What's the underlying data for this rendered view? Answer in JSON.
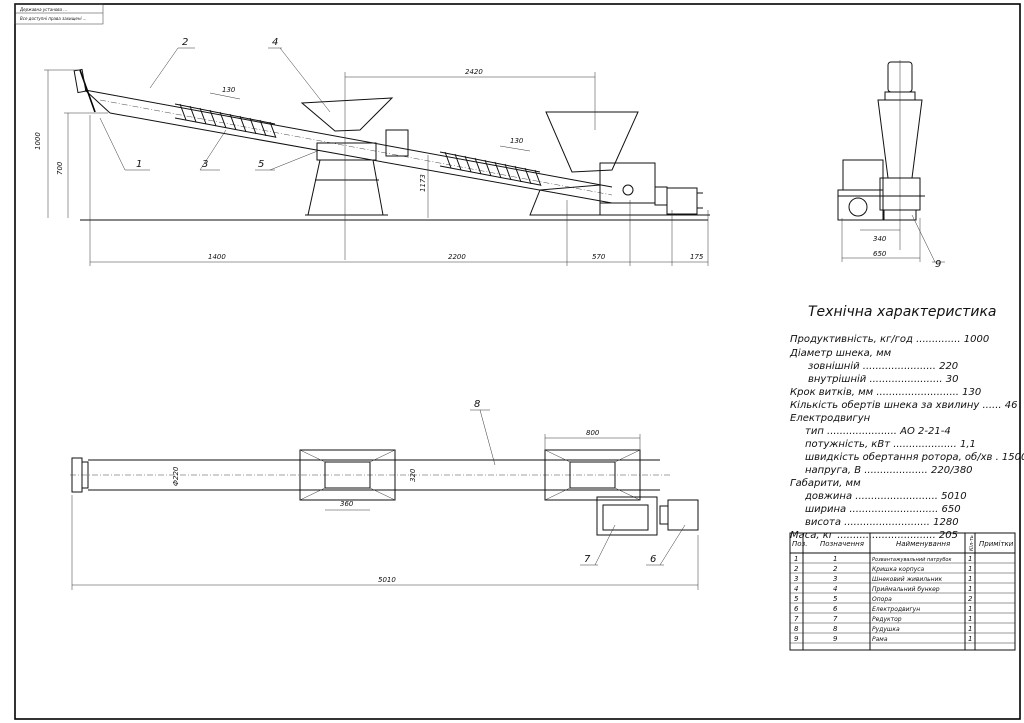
{
  "stamp": {
    "line1": "Державна установа ...",
    "line2": "Все доступні права захищені ..."
  },
  "dimensions": {
    "d2420": "2420",
    "d130a": "130",
    "d130b": "130",
    "d1000": "1000",
    "d700": "700",
    "d1173": "1173",
    "d1400": "1400",
    "d2200": "2200",
    "d570": "570",
    "d175": "175",
    "d340": "340",
    "d650": "650",
    "d800": "800",
    "d360": "360",
    "d220": "Ф220",
    "d320": "320",
    "d5010": "5010"
  },
  "callouts": [
    "1",
    "2",
    "3",
    "4",
    "5",
    "6",
    "7",
    "8",
    "9"
  ],
  "spec": {
    "title": "Технічна характеристика",
    "lines": [
      "Продуктивність, кг/год .............. 1000",
      "Діаметр шнека, мм",
      "зовнішній ....................... 220",
      "внутрішній ....................... 30",
      "Крок витків, мм .......................... 130",
      "Кількість обертів шнека за хвилину ...... 46",
      "Електродвигун",
      "тип ...................... АО 2-21-4",
      "потужність, кВт .................... 1,1",
      "швидкість обертання ротора, об/хв . 1500",
      "напруга, В .................... 220/380",
      "Габарити, мм",
      "довжина .......................... 5010",
      "ширина ............................ 650",
      "висота ........................... 1280",
      "Маса, кг ............................... 205"
    ]
  },
  "table": {
    "headers": [
      "Поз.",
      "Позначення",
      "Найменування",
      "Кіл-ть",
      "Примітки"
    ],
    "rows": [
      [
        "1",
        "1",
        "Розвантажувальний патрубок",
        "1",
        ""
      ],
      [
        "2",
        "2",
        "Кришка корпуса",
        "1",
        ""
      ],
      [
        "3",
        "3",
        "Шнековий живильник",
        "1",
        ""
      ],
      [
        "4",
        "4",
        "Приймальний бункер",
        "1",
        ""
      ],
      [
        "5",
        "5",
        "Опора",
        "2",
        ""
      ],
      [
        "6",
        "6",
        "Електродвигун",
        "1",
        ""
      ],
      [
        "7",
        "7",
        "Редуктор",
        "1",
        ""
      ],
      [
        "8",
        "8",
        "Рудушка",
        "1",
        ""
      ],
      [
        "9",
        "9",
        "Рама",
        "1",
        ""
      ]
    ]
  }
}
